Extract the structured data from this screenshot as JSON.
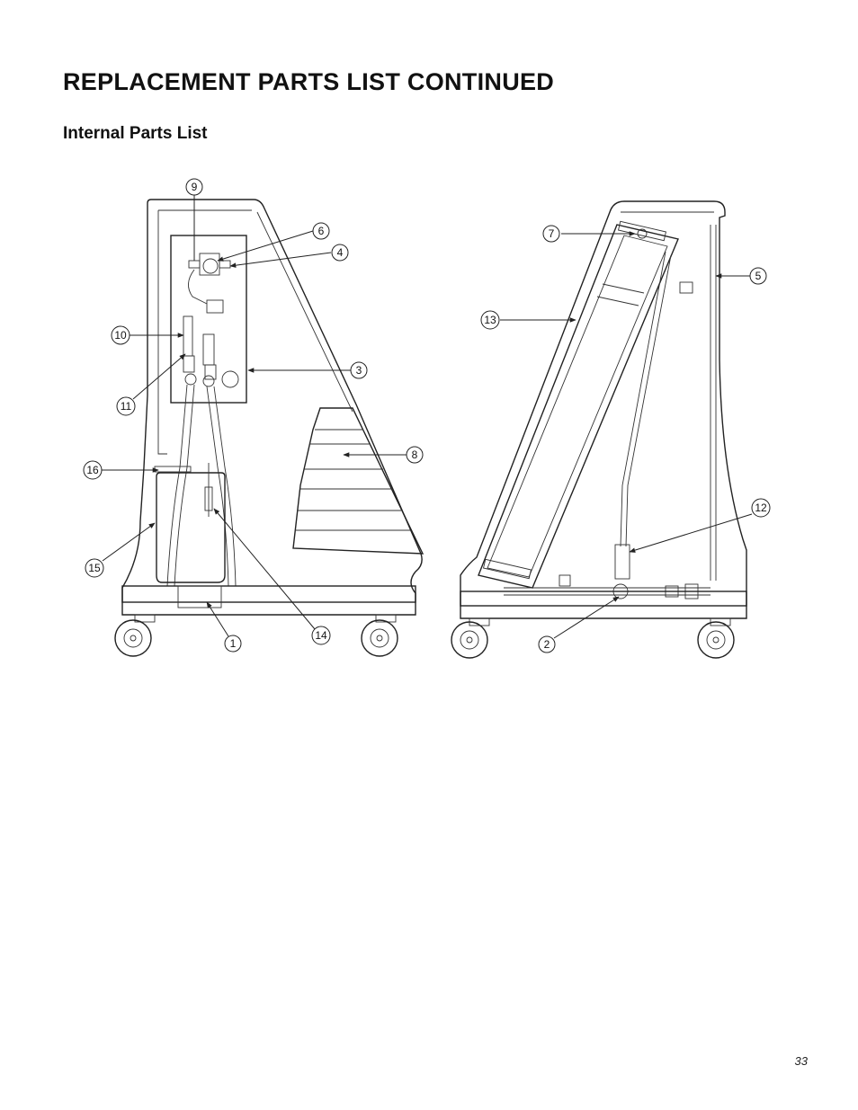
{
  "heading": "REPLACEMENT PARTS LIST CONTINUED",
  "subheading": "Internal Parts List",
  "page_number": "33",
  "callouts": {
    "c1": "1",
    "c2": "2",
    "c3": "3",
    "c4": "4",
    "c5": "5",
    "c6": "6",
    "c7": "7",
    "c8": "8",
    "c9": "9",
    "c10": "10",
    "c11": "11",
    "c12": "12",
    "c13": "13",
    "c14": "14",
    "c15": "15",
    "c16": "16"
  }
}
